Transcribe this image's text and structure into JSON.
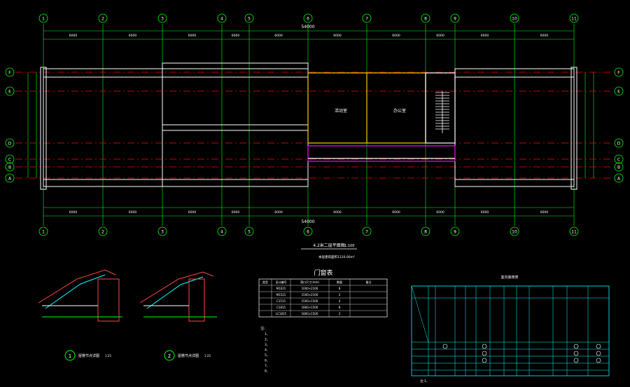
{
  "colors": {
    "background": "#000000",
    "grid": "#00ff00",
    "axis": "#ff0000",
    "wall": "#ffffff",
    "text": "#ffffff",
    "bubble": "#00ff00",
    "room": "#ffcc00",
    "corridor": "#ff00ff",
    "stair": "#ffffff",
    "cyan": "#00ffff",
    "table_line": "#00ffff"
  },
  "top_axes": [
    "1",
    "2",
    "3",
    "4",
    "5",
    "6",
    "7",
    "8",
    "9",
    "10",
    "11"
  ],
  "bottom_axes": [
    "1",
    "2",
    "3",
    "4",
    "5",
    "6",
    "7",
    "8",
    "9",
    "10",
    "11"
  ],
  "left_axes": [
    "F",
    "E",
    "D",
    "C",
    "B",
    "A"
  ],
  "right_axes": [
    "F",
    "E",
    "D",
    "C",
    "B",
    "A"
  ],
  "top_dims": [
    "6000",
    "6000",
    "6000",
    "6000",
    "6000",
    "6000",
    "6000",
    "6000",
    "6000",
    "6000"
  ],
  "bottom_dims": [
    "6000",
    "6000",
    "6000",
    "6000",
    "6000",
    "6000",
    "6000",
    "6000",
    "6000",
    "6000"
  ],
  "total_dim": "54000",
  "room_labels": [
    "活动室",
    "办公室"
  ],
  "plan_title": "4.2米二层平面图",
  "plan_scale": "1:100",
  "plan_subtitle": "本层建筑面积1120.00m²",
  "door_table": {
    "title": "门窗表",
    "headers": [
      "类型",
      "设计编号",
      "洞口尺寸(mm)",
      "数量",
      "备注"
    ],
    "rows": [
      [
        "",
        "M1021",
        "1000×2100",
        "8",
        ""
      ],
      [
        "",
        "M1521",
        "1500×2100",
        "2",
        ""
      ],
      [
        "",
        "C1515",
        "1500×1500",
        "4",
        ""
      ],
      [
        "",
        "C1815",
        "1800×1500",
        "8",
        ""
      ],
      [
        "",
        "LC1815",
        "1800×1500",
        "2",
        ""
      ]
    ]
  },
  "notes_title": "注:",
  "notes": [
    "1、",
    "2、",
    "3、",
    "4、",
    "5、",
    "6、",
    "7、",
    "8、"
  ],
  "details": [
    {
      "number": "1",
      "title": "屋檐节点详图",
      "scale": "1:25"
    },
    {
      "number": "2",
      "title": "屋檐节点详图",
      "scale": "1:25"
    }
  ],
  "finish_table": {
    "title": "室内装修表",
    "note": "注:1、"
  }
}
